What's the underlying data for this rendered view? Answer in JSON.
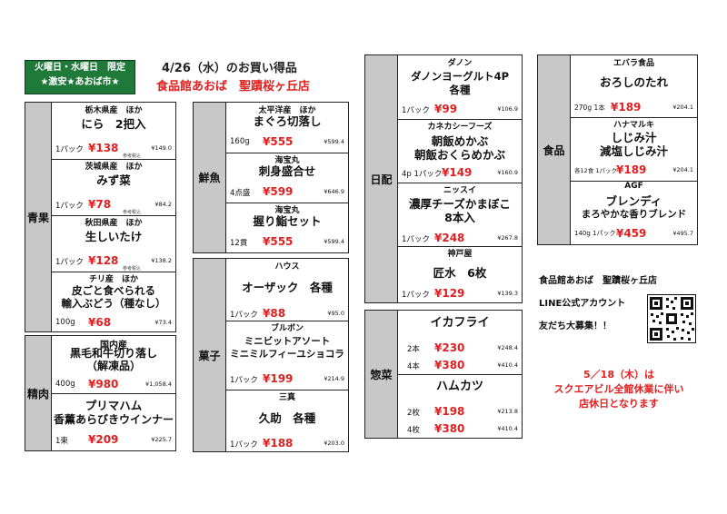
{
  "header": {
    "badge_line1": "火曜日・水曜日　限定",
    "badge_line2": "★激安★あおば市★",
    "date_line": "4/26（水）のお買い得品",
    "store_line": "食品館あおば　聖蹟桜ヶ丘店"
  },
  "ref_label": "参考税込",
  "sections": {
    "vegetables": {
      "label": "青果",
      "items": [
        {
          "origin": "栃木県産　ほか",
          "name": "にら　2把入",
          "unit": "1パック",
          "price": "¥138",
          "tax": "¥149.0"
        },
        {
          "origin": "茨城県産　ほか",
          "name": "みず菜",
          "unit": "1パック",
          "price": "¥78",
          "tax": "¥84.2"
        },
        {
          "origin": "秋田県産　ほか",
          "name": "生しいたけ",
          "unit": "1パック",
          "price": "¥128",
          "tax": "¥138.2"
        },
        {
          "origin": "チリ産　ほか",
          "name": "皮ごと食べられる",
          "name2": "輸入ぶどう（種なし）",
          "unit": "100g",
          "price": "¥68",
          "tax": "¥73.4"
        }
      ]
    },
    "meat": {
      "label": "精肉",
      "items": [
        {
          "origin": "国内産",
          "name": "黒毛和牛切り落し",
          "name2": "（解凍品）",
          "unit": "400g",
          "price": "¥980",
          "tax": "¥1,058.4"
        },
        {
          "origin": "",
          "name": "プリマハム",
          "name2": "香薫あらびきウインナー",
          "unit": "1束",
          "price": "¥209",
          "tax": "¥225.7"
        }
      ]
    },
    "fish": {
      "label": "鮮魚",
      "items": [
        {
          "origin": "太平洋産　ほか",
          "name": "まぐろ切落し",
          "unit": "160g",
          "price": "¥555",
          "tax": "¥599.4"
        },
        {
          "origin": "海宝丸",
          "name": "刺身盛合せ",
          "unit": "4点盛",
          "price": "¥599",
          "tax": "¥646.9"
        },
        {
          "origin": "海宝丸",
          "name": "握り鮨セット",
          "unit": "12貫",
          "price": "¥555",
          "tax": "¥599.4"
        }
      ]
    },
    "snacks": {
      "label": "菓子",
      "items": [
        {
          "origin": "ハウス",
          "name": "オーザック　各種",
          "unit": "1パック",
          "price": "¥88",
          "tax": "¥95.0"
        },
        {
          "origin": "ブルボン",
          "name": "ミニビットアソート",
          "name2": "ミニミルフィーユショコラ",
          "unit": "1パック",
          "price": "¥199",
          "tax": "¥214.9"
        },
        {
          "origin": "三真",
          "name": "久助　各種",
          "unit": "1パック",
          "price": "¥188",
          "tax": "¥203.0"
        }
      ]
    },
    "dairy": {
      "label": "日配",
      "items": [
        {
          "origin": "ダノン",
          "name": "ダノンヨーグルト4P",
          "name2": "各種",
          "unit": "1パック",
          "price": "¥99",
          "tax": "¥106.9"
        },
        {
          "origin": "カネカシーフーズ",
          "name": "朝飯めかぶ",
          "name2": "朝飯おくらめかぶ",
          "unit": "4p 1パック",
          "price": "¥149",
          "tax": "¥160.9"
        },
        {
          "origin": "ニッスイ",
          "name": "濃厚チーズかまぼこ",
          "name2": "8本入",
          "unit": "1パック",
          "price": "¥248",
          "tax": "¥267.8"
        },
        {
          "origin": "神戸屋",
          "name": "匠水　6枚",
          "unit": "1パック",
          "price": "¥129",
          "tax": "¥139.3"
        }
      ]
    },
    "deli": {
      "label": "惣菜",
      "items": [
        {
          "name": "イカフライ",
          "rows": [
            {
              "unit": "2本",
              "price": "¥230",
              "tax": "¥248.4"
            },
            {
              "unit": "4本",
              "price": "¥380",
              "tax": "¥410.4"
            }
          ]
        },
        {
          "name": "ハムカツ",
          "rows": [
            {
              "unit": "2枚",
              "price": "¥198",
              "tax": "¥213.8"
            },
            {
              "unit": "4枚",
              "price": "¥380",
              "tax": "¥410.4"
            }
          ]
        }
      ]
    },
    "grocery": {
      "label": "食品",
      "items": [
        {
          "origin": "エバラ食品",
          "name": "おろしのたれ",
          "unit": "270g 1本",
          "price": "¥189",
          "tax": "¥204.1"
        },
        {
          "origin": "ハナマルキ",
          "name": "しじみ汁",
          "name2": "減塩しじみ汁",
          "unit": "各12食 1パック",
          "price": "¥189",
          "tax": "¥204.1"
        },
        {
          "origin": "AGF",
          "name": "ブレンディ",
          "name2": "まろやかな香りブレンド",
          "unit": "140g 1パック",
          "price": "¥459",
          "tax": "¥495.7"
        }
      ]
    }
  },
  "info": {
    "store": "食品館あおば　聖蹟桜ヶ丘店",
    "line": "LINE公式アカウント",
    "friends": "友だち大募集！！",
    "notice1": "5／18（木）は",
    "notice2": "スクエアビル全館休業に伴い",
    "notice3": "店休日となります"
  },
  "colors": {
    "price": "#e02020",
    "badge": "#1f7a3a",
    "category": "#c8c8c8"
  }
}
